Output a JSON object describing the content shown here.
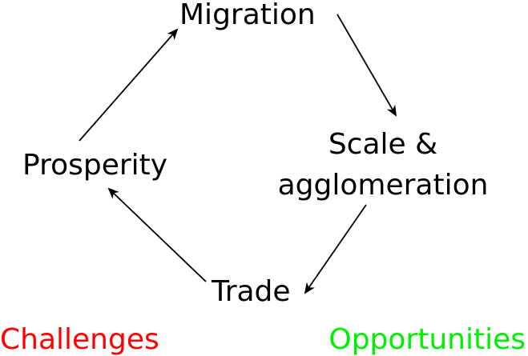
{
  "nodes": {
    "migration": "Migration",
    "scale_line1": "Scale &",
    "scale_line2": "agglomeration",
    "trade": "Trade",
    "prosperity": "Prosperity"
  },
  "footer": {
    "challenges": "Challenges",
    "opportunities": "Opportunities"
  },
  "colors": {
    "challenges": "#ff0000",
    "opportunities": "#00ee00",
    "text": "#000000",
    "arrows": "#000000"
  }
}
